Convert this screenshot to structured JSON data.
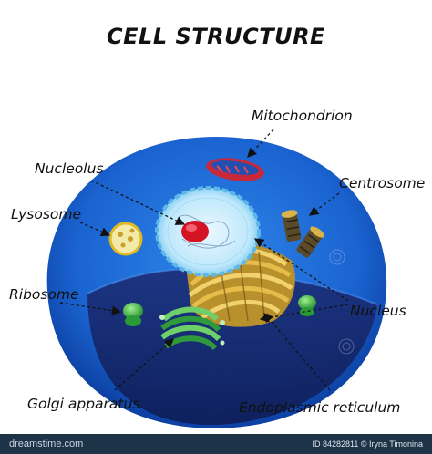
{
  "title": "CELL STRUCTURE",
  "labels": {
    "mitochondrion": "Mitochondrion",
    "nucleolus": "Nucleolus",
    "centrosome": "Centrosome",
    "lysosome": "Lysosome",
    "ribosome": "Ribosome",
    "nucleus": "Nucleus",
    "golgi": "Golgi apparatus",
    "er": "Endoplasmic reticulum"
  },
  "watermark": {
    "site": "dreamstime.com",
    "stock_id": "ID 84282811 © Iryna Timonina"
  },
  "colors": {
    "cytoplasm": "#1a63d0",
    "nucleus": "#8fd3f3",
    "nucleolus": "#d41424",
    "mitochondrion": "#c8283a",
    "golgi": "#2f9a3c",
    "er": "#c9a23a",
    "footer": "#1d3348"
  }
}
